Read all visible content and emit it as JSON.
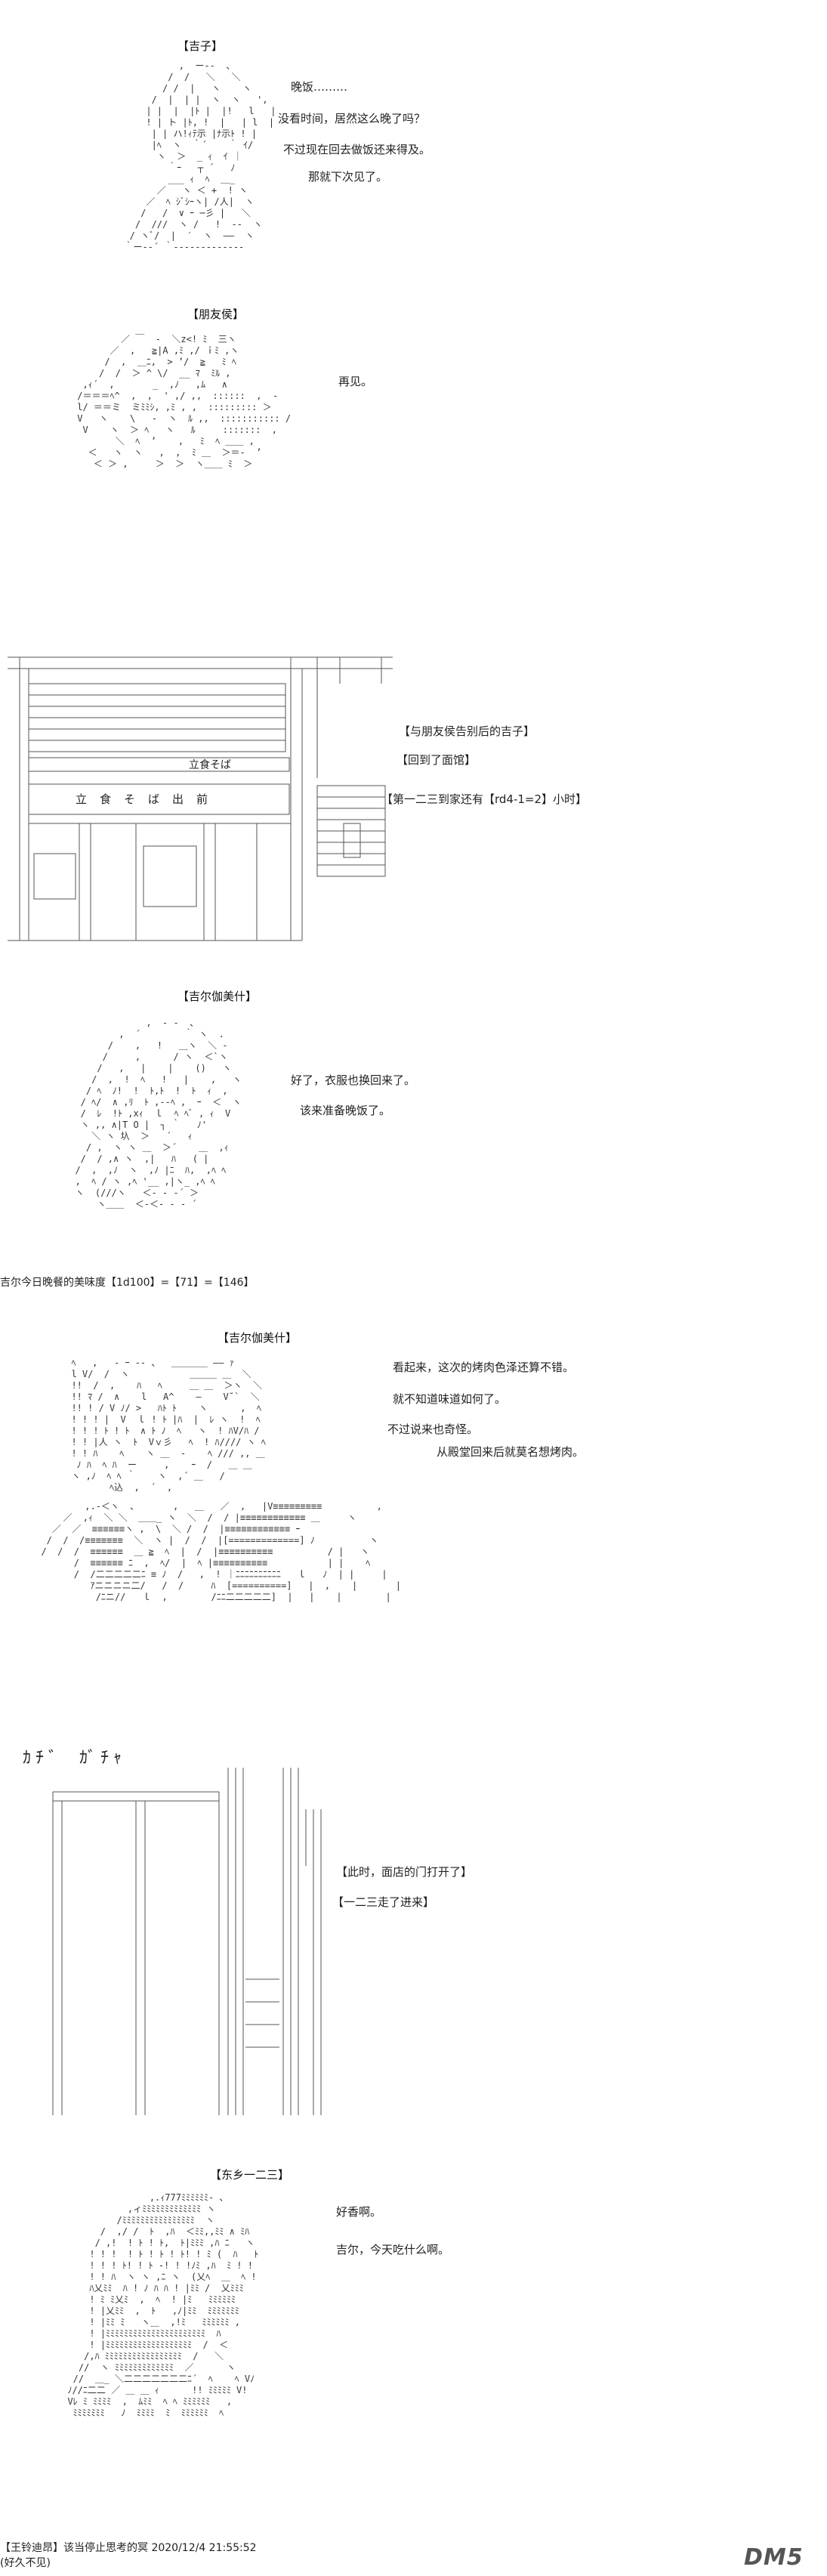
{
  "panels": [
    {
      "speaker": "【吉子】",
      "lines": [
        "晚饭………",
        "没看时间，居然这么晚了吗？",
        "不过现在回去做饭还来得及。",
        "那就下次见了。"
      ]
    },
    {
      "speaker": "【朋友侯】",
      "lines": [
        "再见。"
      ]
    },
    {
      "sign": "立食そば",
      "shop": "立　食　そ　ば　出　前",
      "notes": [
        "【与朋友侯告别后的吉子】",
        "【回到了面馆】",
        "【第一二三到家还有【rd4-1=2】小时】"
      ]
    },
    {
      "speaker": "【吉尔伽美什】",
      "lines": [
        "好了，衣服也换回来了。",
        "该来准备晚饭了。"
      ],
      "note": "吉尔今日晚餐的美味度【1d100】=【71】=【146】"
    },
    {
      "speaker": "【吉尔伽美什】",
      "lines": [
        "看起来，这次的烤肉色泽还算不错。",
        "就不知道味道如何了。",
        "不过说来也奇怪。",
        "从殿堂回来后就莫名想烤肉。"
      ]
    },
    {
      "sfx": "ｶﾁ゛ ｶﾞﾁｬ",
      "notes": [
        "【此时，面店的门打开了】",
        "【一二三走了进来】"
      ]
    },
    {
      "speaker": "【东乡一二三】",
      "lines": [
        "好香啊。",
        "吉尔，今天吃什么啊。"
      ]
    }
  ],
  "footer": {
    "post": "【王铃迪昂】该当停止思考的冥 2020/12/4 21:55:52",
    "sub": "(好久不见)"
  },
  "watermark": "DM5"
}
